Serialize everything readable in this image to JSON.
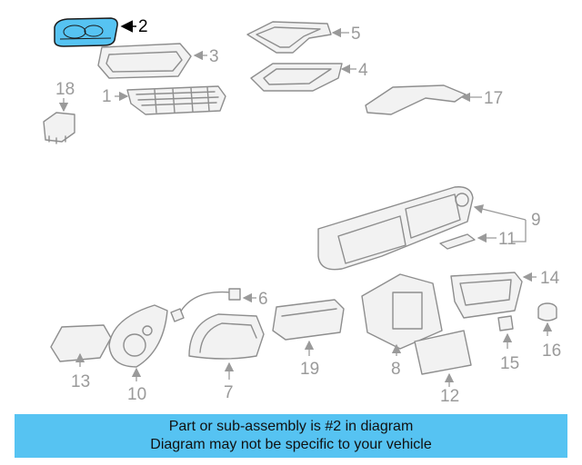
{
  "diagram": {
    "highlighted_part": "2",
    "highlight_color": "#56c3f2",
    "callouts": [
      "1",
      "2",
      "3",
      "4",
      "5",
      "6",
      "7",
      "8",
      "9",
      "10",
      "11",
      "12",
      "13",
      "14",
      "15",
      "16",
      "17",
      "18",
      "19"
    ]
  },
  "banner": {
    "line1": "Part or sub-assembly is #2 in diagram",
    "line2": "Diagram may not be specific to your vehicle",
    "background": "#56c3f2"
  }
}
